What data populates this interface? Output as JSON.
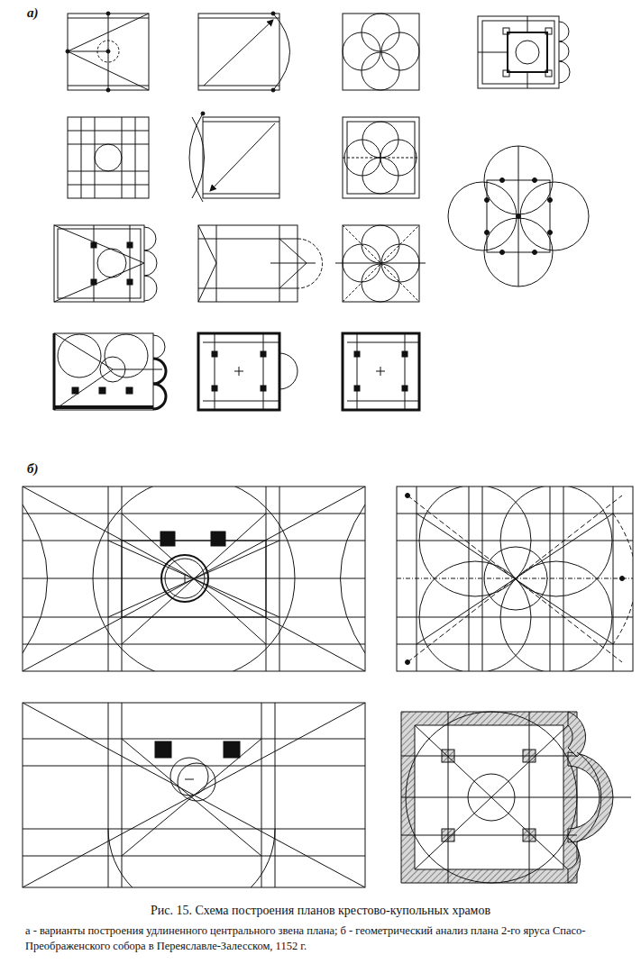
{
  "diagram": {
    "caption": "Рис. 15. Схема построения планов крестово-купольных храмов",
    "labels": [
      "а)",
      "б)",
      "а - варианты построения удлиненного центрального звена плана; б - геометрический анализ плана 2-го яруса Спасо-Преображенского собора в Переяславле-Залесском, 1152 г."
    ]
  }
}
